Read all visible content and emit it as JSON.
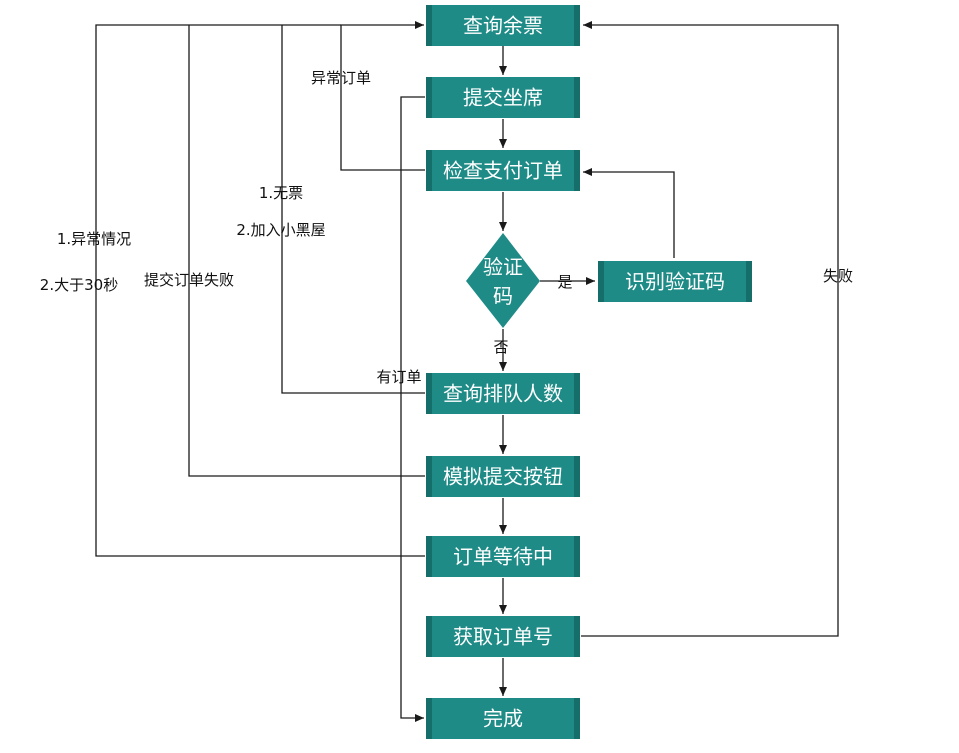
{
  "colors": {
    "node": "#1e8b87",
    "node_edge": "#156e6a",
    "line": "#1a1a1a",
    "background": "#ffffff"
  },
  "nodes": {
    "query_tickets": "查询余票",
    "submit_seat": "提交坐席",
    "check_payment_order": "检查支付订单",
    "captcha": [
      "验证",
      "码"
    ],
    "recognize_captcha": "识别验证码",
    "query_queue_count": "查询排队人数",
    "simulate_submit_button": "模拟提交按钮",
    "order_waiting": "订单等待中",
    "get_order_number": "获取订单号",
    "done": "完成"
  },
  "edge_labels": {
    "abnormal_order": "异常订单",
    "no_tickets": "1.无票",
    "blacklisted": "2.加入小黑屋",
    "abnormal_situation": "1.异常情况",
    "over_30s": "2.大于30秒",
    "submit_order_failed": "提交订单失败",
    "yes": "是",
    "no": "否",
    "has_order": "有订单",
    "failed": "失败"
  }
}
